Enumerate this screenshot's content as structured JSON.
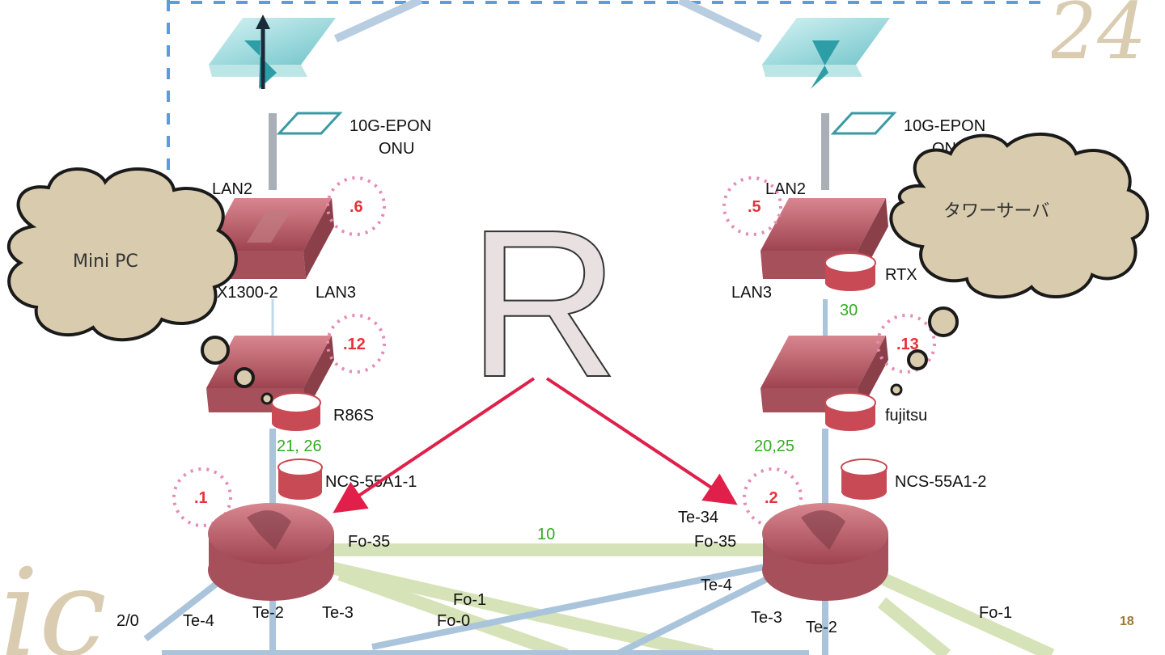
{
  "deco": {
    "corner_text": "24",
    "bottom_text": "ic"
  },
  "page_number": "18",
  "onu": {
    "left_label_line1": "10G-EPON",
    "left_label_line2": "ONU",
    "right_label_line1": "10G-EPON",
    "right_label_line2": "ONU"
  },
  "left_stack": {
    "lan2": "LAN2",
    "lan3": "LAN3",
    "router1_name": "X1300-2",
    "router1_ip": ".6",
    "router2_ip": ".12",
    "r86s": "R86S",
    "vlan": "21, 26",
    "core_name": "NCS-55A1-1",
    "core_ip": ".1"
  },
  "right_stack": {
    "lan2": "LAN2",
    "lan3": "LAN3",
    "router1_ip": ".5",
    "rtx": "RTX",
    "vlan_top": "30",
    "router2_ip": ".13",
    "fujitsu": "fujitsu",
    "vlan": "20,25",
    "core_name": "NCS-55A1-2",
    "core_ip": ".2",
    "te34": "Te-34"
  },
  "links": {
    "fo35_left": "Fo-35",
    "fo35_right": "Fo-35",
    "vlan_mid": "10",
    "fo1_mid": "Fo-1",
    "fo0_mid": "Fo-0",
    "te4_right": "Te-4",
    "te2_left": "Te-2",
    "te3_left": "Te-3",
    "te4_left": "Te-4",
    "slash": "2/0",
    "te3_right": "Te-3",
    "te2_right": "Te-2",
    "fo1_right": "Fo-1"
  },
  "center_letter": "R",
  "clouds": {
    "left": "Mini PC",
    "right": "タワーサーバ"
  },
  "colors": {
    "accent_red": "#e0204a",
    "router": "#b85a64",
    "cloud": "#d9ccae",
    "link_green": "#d6e3b8",
    "link_blue": "#aac4dc"
  }
}
